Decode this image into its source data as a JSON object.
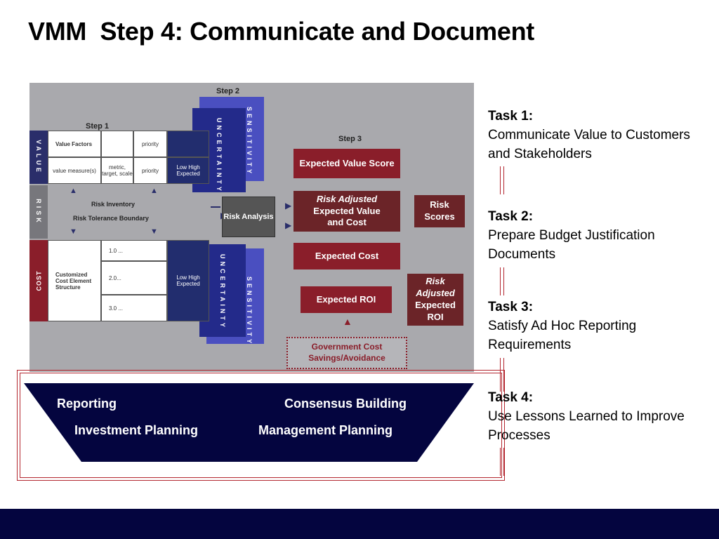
{
  "title": "VMM  Step 4: Communicate and Document",
  "diagram": {
    "step1_label": "Step 1",
    "step2_label": "Step 2",
    "step3_label": "Step 3",
    "strips": {
      "value": "VALUE",
      "risk": "RISK",
      "cost": "COST"
    },
    "value_factors": "Value Factors",
    "priority_1": "priority",
    "value_measures": "value measure(s)",
    "metric_target_scale": "metric, target, scale",
    "priority_2": "priority",
    "low_high_expected_1": "Low High Expected",
    "risk_inventory": "Risk Inventory",
    "risk_tolerance_boundary": "Risk Tolerance Boundary",
    "customized_cost_structure": "Customized Cost Element Structure",
    "cost_1": "1.0 ...",
    "cost_2": "2.0...",
    "cost_3": "3.0 ...",
    "low_high_expected_2": "Low High Expected",
    "uncertainty": "UNCERTAINTY",
    "sensitivity": "SENSITIVITY",
    "risk_analysis": "Risk Analysis",
    "expected_value_score": "Expected Value Score",
    "risk_adjusted_italic": "Risk Adjusted",
    "expected_value_cost": "Expected Value and Cost",
    "risk_scores": "Risk Scores",
    "expected_cost": "Expected Cost",
    "expected_roi": "Expected ROI",
    "risk_adjusted_roi_italic": "Risk Adjusted",
    "expected_roi_2": "Expected ROI",
    "gov_savings": "Government Cost Savings/Avoidance"
  },
  "trapezoid": {
    "reporting": "Reporting",
    "consensus_building": "Consensus Building",
    "investment_planning": "Investment Planning",
    "management_planning": "Management Planning"
  },
  "tasks": [
    {
      "heading": "Task 1:",
      "text": "Communicate Value to Customers and Stakeholders"
    },
    {
      "heading": "Task 2:",
      "text": "Prepare Budget Justification Documents"
    },
    {
      "heading": "Task 3:",
      "text": "Satisfy Ad Hoc Reporting Requirements"
    },
    {
      "heading": "Task 4:",
      "text": "Use Lessons Learned to Improve Processes"
    }
  ],
  "colors": {
    "navy": "#04053f",
    "accent_red": "#b3262f",
    "diagram_red": "#8a1e2a",
    "diagram_blue": "#2d33a0"
  }
}
